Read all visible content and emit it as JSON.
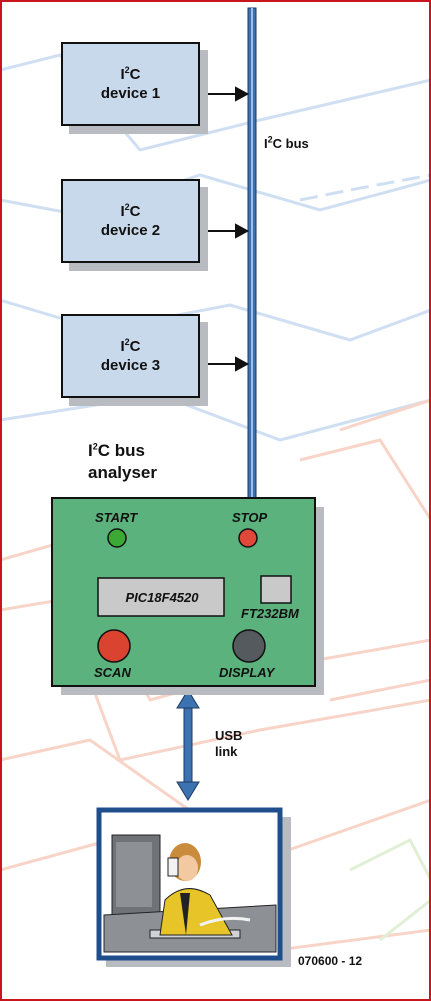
{
  "colors": {
    "device_fill": "#c9d9ec",
    "analyser_fill": "#5bb27c",
    "bus_blue": "#3d72b0",
    "led_green": "#3aaa35",
    "led_red": "#e0483a",
    "scan_button": "#d9432f",
    "display_button": "#555a5e",
    "frame_red": "#c9151d"
  },
  "devices": [
    {
      "line1": "I",
      "sup": "2",
      "line1_rest": "C",
      "line2": "device 1"
    },
    {
      "line1": "I",
      "sup": "2",
      "line1_rest": "C",
      "line2": "device 2"
    },
    {
      "line1": "I",
      "sup": "2",
      "line1_rest": "C",
      "line2": "device 3"
    }
  ],
  "bus_label": {
    "prefix": "I",
    "sup": "2",
    "rest": "C bus"
  },
  "analyser_title": {
    "prefix": "I",
    "sup": "2",
    "rest": "C bus",
    "line2": "analyser"
  },
  "analyser": {
    "start": "START",
    "stop": "STOP",
    "chip": "PIC18F4520",
    "usb_chip": "FT232BM",
    "scan": "SCAN",
    "display": "DISPLAY"
  },
  "usb_label": {
    "line1": "USB",
    "line2": "link"
  },
  "figure_id": "070600 - 12"
}
